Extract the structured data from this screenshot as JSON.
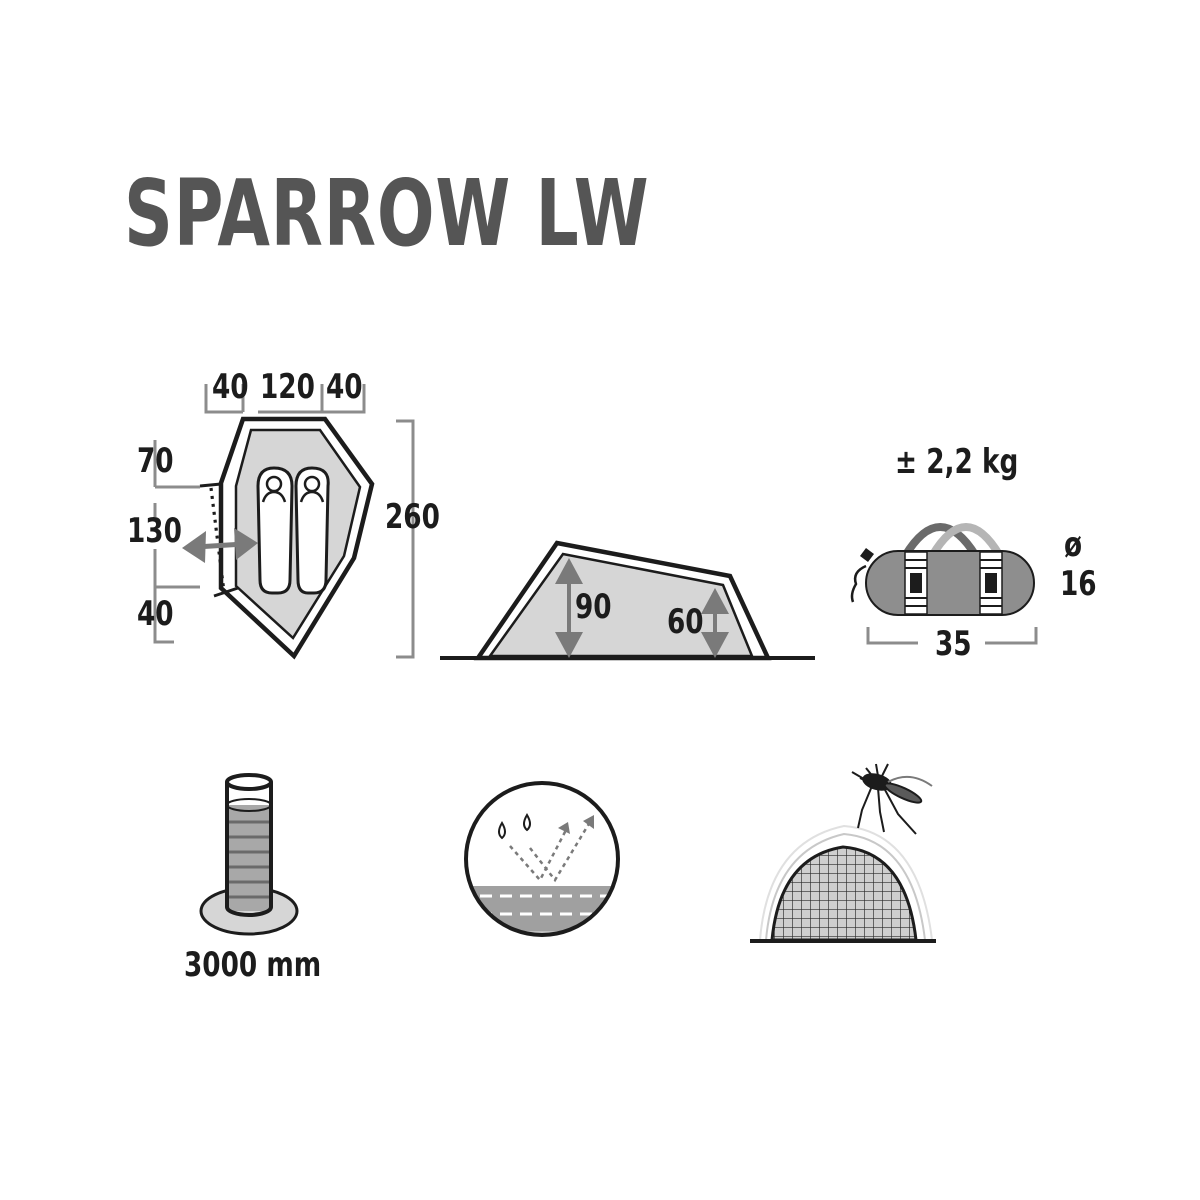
{
  "product": {
    "name": "SPARROW LW"
  },
  "floor_plan": {
    "width_segments": [
      "40",
      "120",
      "40"
    ],
    "length_segments": [
      "70",
      "130",
      "40"
    ],
    "total_length": "260"
  },
  "side_view": {
    "height_front": "90",
    "height_rear": "60"
  },
  "pack": {
    "weight": "± 2,2 kg",
    "diameter_symbol": "ø",
    "diameter": "16",
    "length": "35"
  },
  "features": {
    "water_column": "3000 mm"
  },
  "colors": {
    "title": "#555555",
    "outline": "#1c1c1c",
    "fill": "#d6d6d6",
    "dim_line": "#8c8c8c",
    "arrow": "#7a7a7a"
  }
}
